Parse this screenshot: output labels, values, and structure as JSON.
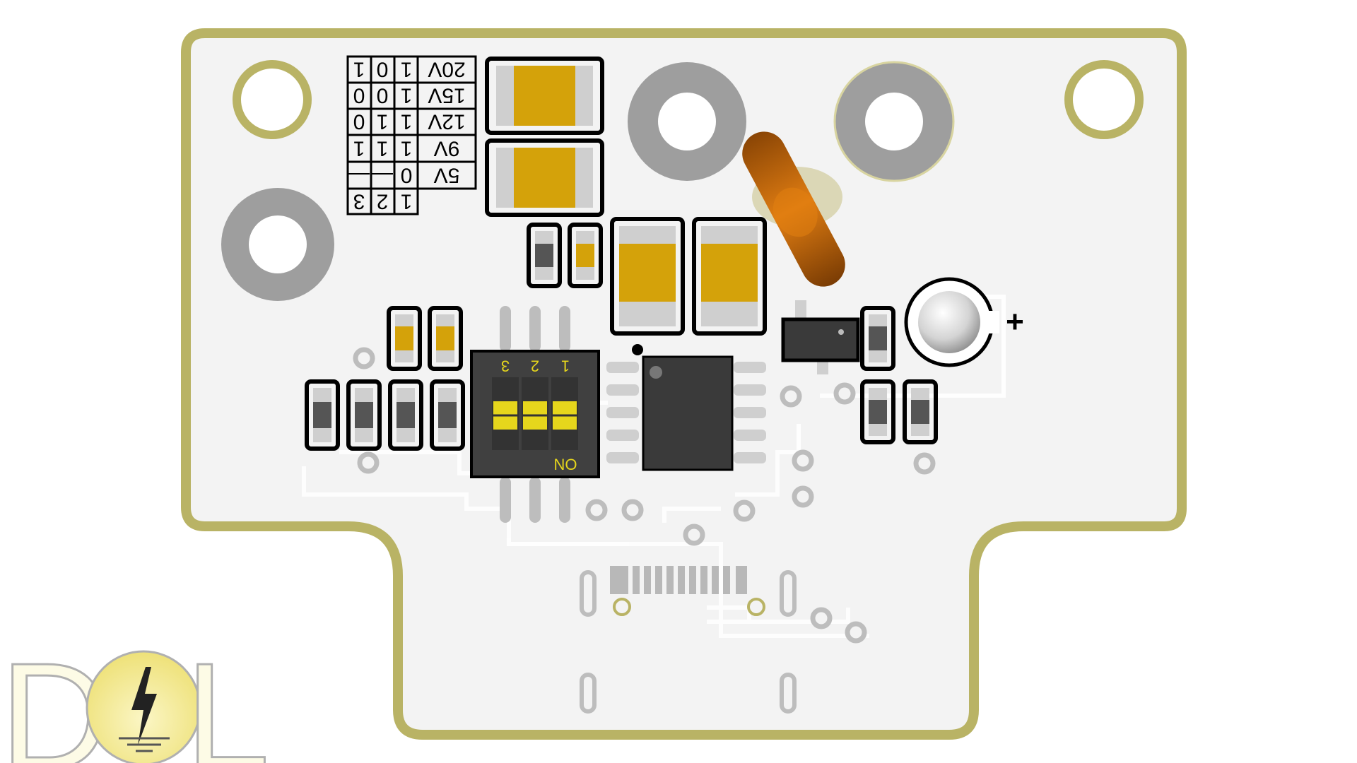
{
  "colors": {
    "background": "#ffffff",
    "board": "#f3f3f3",
    "board_outline": "#b9b365",
    "silkscreen": "#000000",
    "pad_gold": "#d4a20a",
    "pad_gray": "#bdbdbd",
    "copper_ring": "#9e9e9e",
    "ic_body": "#3a3a3a",
    "dip_switch_yellow": "#e6d61c",
    "inductor_orange": "#c76b0a",
    "logo_yellow": "#f6ee9a"
  },
  "truth_table": {
    "header": [
      "1",
      "2",
      "3"
    ],
    "rows": [
      {
        "label": "20V",
        "bits": [
          "1",
          "0",
          "1"
        ]
      },
      {
        "label": "15V",
        "bits": [
          "1",
          "0",
          "0"
        ]
      },
      {
        "label": "12V",
        "bits": [
          "1",
          "1",
          "0"
        ]
      },
      {
        "label": "9V",
        "bits": [
          "1",
          "1",
          "1"
        ]
      },
      {
        "label": "5V",
        "bits": [
          "0",
          "—",
          "—"
        ]
      }
    ]
  },
  "dip_switch": {
    "positions": [
      "1",
      "2",
      "3"
    ],
    "on_label": "ON"
  },
  "polarity_mark": "+",
  "logo": {
    "letters": [
      "D",
      "L"
    ],
    "icon": "lightning-bolt-ground-icon"
  }
}
